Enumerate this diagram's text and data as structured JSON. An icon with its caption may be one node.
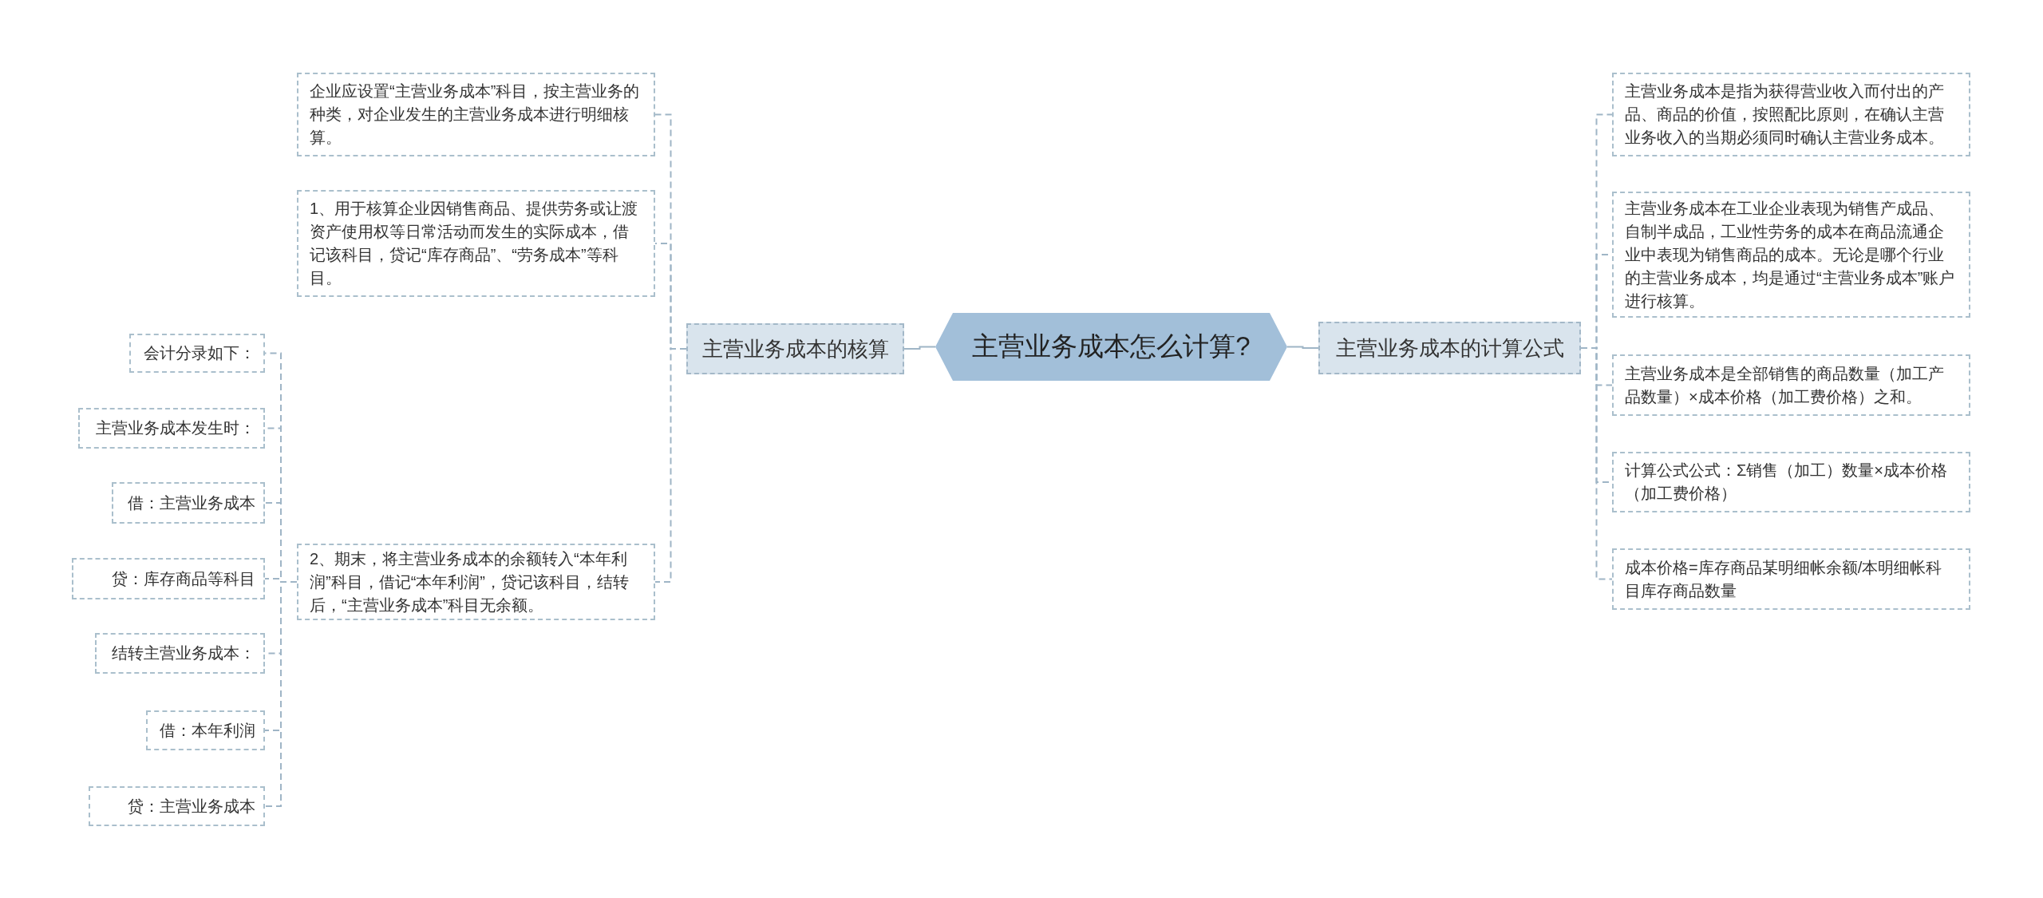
{
  "diagram": {
    "nodes": [
      {
        "text": [
          "主营业务成本怎么计算?"
        ]
      },
      {
        "text": [
          "主营业务成本的核算"
        ]
      },
      {
        "text": [
          "企业应设置“主营业务成本”科目，按主营业务的种类，对企业发生的主营业务成本进行明细核算。"
        ]
      },
      {
        "text": [
          "1、用于核算企业因销售商品、提供劳务或让渡资产使用权等日常活动而发生的实际成本，借记该科目，贷记“库存商品”、“劳务成本”等科目。"
        ]
      },
      {
        "text": [
          "2、期末，将主营业务成本的余额转入“本年利润”科目，借记“本年利润”，贷记该科目，结转后，“主营业务成本”科目无余额。"
        ]
      },
      {
        "text": [
          "会计分录如下："
        ]
      },
      {
        "text": [
          "主营业务成本发生时："
        ]
      },
      {
        "text": [
          "借：主营业务成本"
        ]
      },
      {
        "text": [
          "贷：库存商品等科目"
        ]
      },
      {
        "text": [
          "结转主营业务成本："
        ]
      },
      {
        "text": [
          "借：本年利润"
        ]
      },
      {
        "text": [
          "贷：主营业务成本"
        ]
      },
      {
        "text": [
          "主营业务成本的计算公式"
        ]
      },
      {
        "text": [
          "主营业务成本是指为获得营业收入而付出的产品、商品的价值，按照配比原则，在确认主营业务收入的当期必须同时确认主营业务成本。"
        ]
      },
      {
        "text": [
          "主营业务成本在工业企业表现为销售产成品、自制半成品，工业性劳务的成本在商品流通企业中表现为销售商品的成本。无论是哪个行业的主营业务成本，均是通过“主营业务成本”账户进行核算。"
        ]
      },
      {
        "text": [
          "主营业务成本是全部销售的商品数量（加工产品数量）×成本价格（加工费价格）之和。"
        ]
      },
      {
        "text": [
          "计算公式公式：Σ销售（加工）数量×成本价格（加工费价格）"
        ]
      },
      {
        "text": [
          "成本价格=库存商品某明细帐余额/本明细帐科目库存商品数量"
        ]
      }
    ],
    "edges": [
      {
        "from": 0,
        "to": 1,
        "arrow": "none"
      },
      {
        "from": 1,
        "to": 2,
        "arrow": "none",
        "style": "dashed"
      },
      {
        "from": 1,
        "to": 3,
        "arrow": "none",
        "style": "dashed"
      },
      {
        "from": 1,
        "to": 4,
        "arrow": "none",
        "style": "dashed"
      },
      {
        "from": 4,
        "to": 5,
        "arrow": "none",
        "style": "dashed"
      },
      {
        "from": 4,
        "to": 6,
        "arrow": "none",
        "style": "dashed"
      },
      {
        "from": 4,
        "to": 7,
        "arrow": "none",
        "style": "dashed"
      },
      {
        "from": 4,
        "to": 8,
        "arrow": "none",
        "style": "dashed"
      },
      {
        "from": 4,
        "to": 9,
        "arrow": "none",
        "style": "dashed"
      },
      {
        "from": 4,
        "to": 10,
        "arrow": "none",
        "style": "dashed"
      },
      {
        "from": 4,
        "to": 11,
        "arrow": "none",
        "style": "dashed"
      },
      {
        "from": 0,
        "to": 12,
        "arrow": "none"
      },
      {
        "from": 12,
        "to": 13,
        "arrow": "none",
        "style": "dashed"
      },
      {
        "from": 12,
        "to": 14,
        "arrow": "none",
        "style": "dashed"
      },
      {
        "from": 12,
        "to": 15,
        "arrow": "none",
        "style": "dashed"
      },
      {
        "from": 12,
        "to": 16,
        "arrow": "none",
        "style": "dashed"
      },
      {
        "from": 12,
        "to": 17,
        "arrow": "none",
        "style": "dashed"
      }
    ]
  }
}
